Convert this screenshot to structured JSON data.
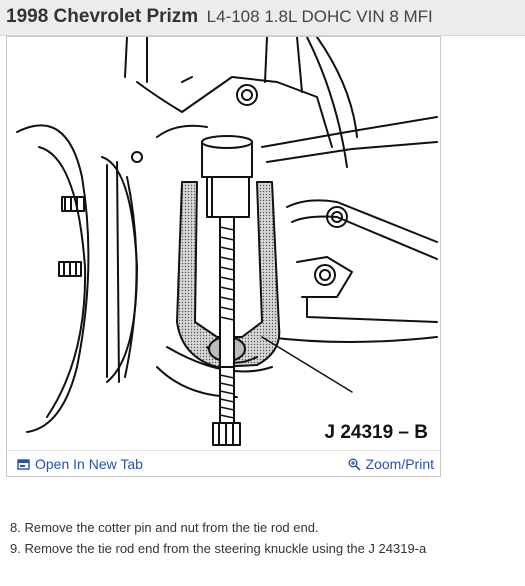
{
  "header": {
    "vehicle": "1998 Chevrolet Prizm",
    "engine": "L4-108 1.8L DOHC VIN 8 MFI"
  },
  "figure": {
    "caption": "J 24319 – B",
    "open_tab_label": "Open In New Tab",
    "zoom_label": "Zoom/Print",
    "icons": {
      "open_tab": "open-in-new-tab-icon",
      "zoom": "zoom-magnifier-icon"
    },
    "link_color": "#2b4fb1"
  },
  "steps": [
    "8. Remove the cotter pin and nut from the tie rod end.",
    "9. Remove the tie rod end from the steering knuckle using the J 24319-a"
  ]
}
